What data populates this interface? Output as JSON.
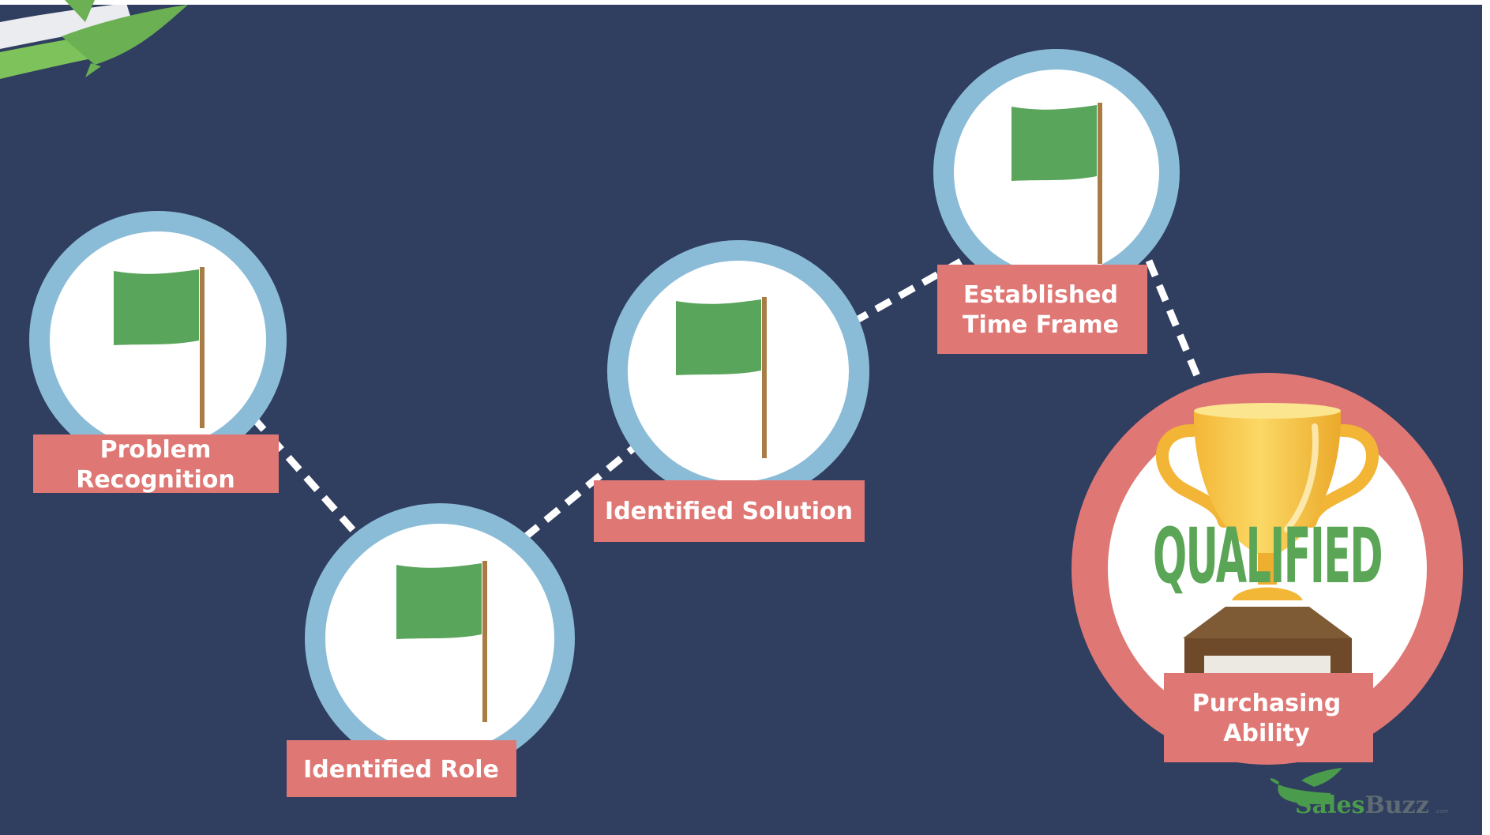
{
  "diagram": {
    "steps": [
      {
        "label_lines": [
          "Problem",
          "Recognition"
        ]
      },
      {
        "label_lines": [
          "Identified Role"
        ]
      },
      {
        "label_lines": [
          "Identified Solution"
        ]
      },
      {
        "label_lines": [
          "Established",
          "Time Frame"
        ]
      }
    ],
    "final": {
      "stamp": "QUALIFIED",
      "label_lines": [
        "Purchasing",
        "Ability"
      ]
    },
    "icons": {
      "step": "flag-icon",
      "final": "trophy-icon",
      "corner": "rocket-icon"
    },
    "colors": {
      "background": "#303e60",
      "ring": "#8bbcd7",
      "final_ring": "#df7875",
      "label_box": "#df7875",
      "flag": "#5aa55c",
      "connector": "#ffffff"
    }
  },
  "logo": {
    "name_part1": "Sales",
    "name_part2": "Buzz",
    "suffix": ".com"
  }
}
